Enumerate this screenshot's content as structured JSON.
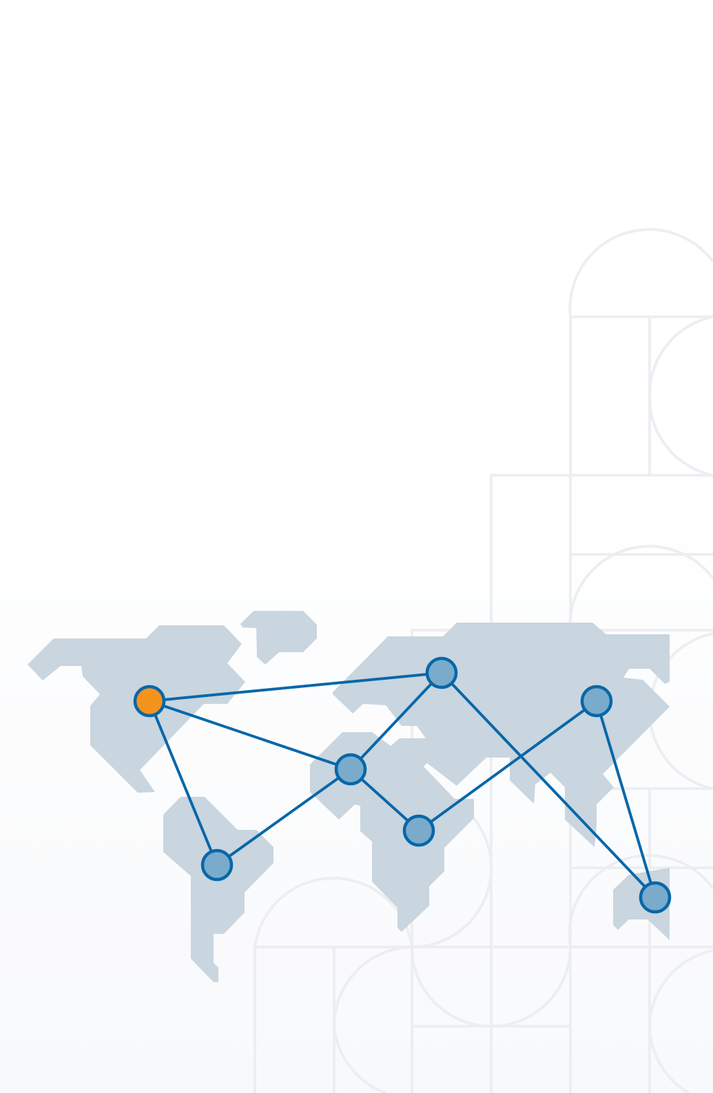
{
  "colors": {
    "land": "#c9d5df",
    "link": "#0767a9",
    "node_fill": "#7aabcb",
    "origin_fill": "#f5931f",
    "pattern": "#eceef2"
  },
  "network": {
    "nodes": [
      {
        "id": "north-america",
        "role": "origin"
      },
      {
        "id": "europe",
        "role": "node"
      },
      {
        "id": "africa-north",
        "role": "node"
      },
      {
        "id": "south-america",
        "role": "node"
      },
      {
        "id": "africa-east",
        "role": "node"
      },
      {
        "id": "east-asia",
        "role": "node"
      },
      {
        "id": "australia",
        "role": "node"
      }
    ],
    "edges": [
      [
        "north-america",
        "europe"
      ],
      [
        "north-america",
        "africa-north"
      ],
      [
        "north-america",
        "south-america"
      ],
      [
        "europe",
        "africa-north"
      ],
      [
        "europe",
        "australia"
      ],
      [
        "africa-north",
        "south-america"
      ],
      [
        "africa-north",
        "africa-east"
      ],
      [
        "africa-east",
        "east-asia"
      ],
      [
        "east-asia",
        "australia"
      ]
    ]
  }
}
